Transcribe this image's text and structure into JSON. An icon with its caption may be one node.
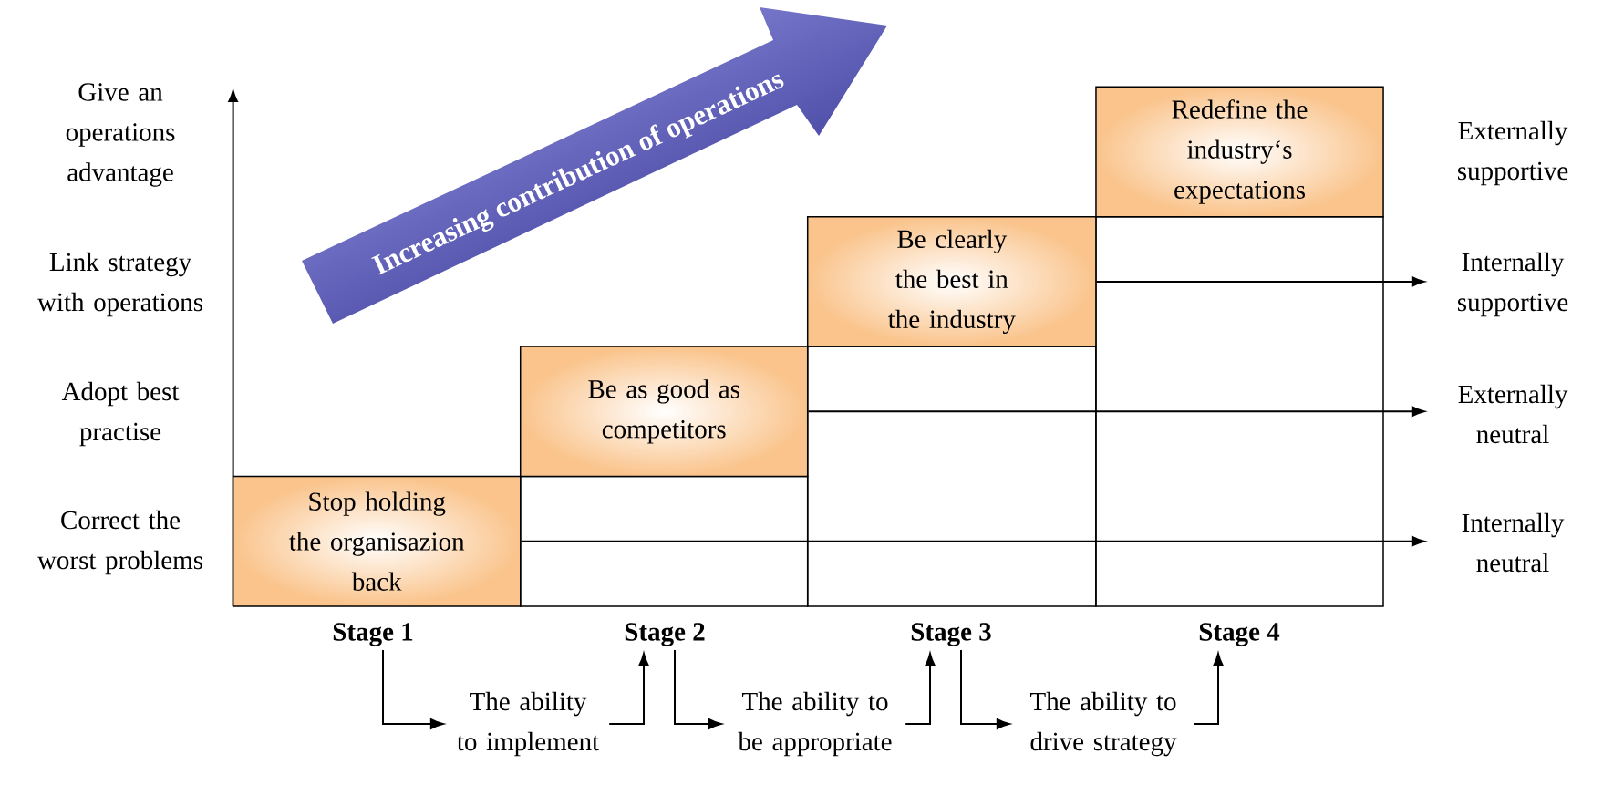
{
  "diagram": {
    "nodes": [
      {
        "text": [
          "Increasing contribution of operations"
        ]
      },
      {
        "text": [
          "Stop holding the organisazion back"
        ]
      },
      {
        "text": [
          "Be as good as competitors"
        ]
      },
      {
        "text": [
          "Be clearly the best in the industry"
        ]
      },
      {
        "text": [
          "Redefine the industry‘s expectations"
        ]
      },
      {
        "text": [
          "Internally neutral"
        ]
      },
      {
        "text": [
          "Externally neutral"
        ]
      },
      {
        "text": [
          "Internally supportive"
        ]
      },
      {
        "text": [
          "Stage 1"
        ]
      },
      {
        "text": [
          "The ability to implement"
        ]
      },
      {
        "text": [
          "Stage 2"
        ]
      },
      {
        "text": [
          "The ability to be appropriate"
        ]
      },
      {
        "text": [
          "Stage 3"
        ]
      },
      {
        "text": [
          "The ability to drive strategy"
        ]
      },
      {
        "text": [
          "Stage 4"
        ]
      }
    ],
    "edges": [
      {
        "from": 1,
        "to": 5,
        "arrow": "to"
      },
      {
        "from": 2,
        "to": 6,
        "arrow": "to"
      },
      {
        "from": 3,
        "to": 7,
        "arrow": "to"
      },
      {
        "from": 8,
        "to": 9,
        "arrow": "to"
      },
      {
        "from": 9,
        "to": 10,
        "arrow": "to"
      },
      {
        "from": 10,
        "to": 11,
        "arrow": "to"
      },
      {
        "from": 11,
        "to": 12,
        "arrow": "to"
      },
      {
        "from": 12,
        "to": 13,
        "arrow": "to"
      },
      {
        "from": 13,
        "to": 14,
        "arrow": "to"
      }
    ],
    "labels": [
      "Give an operations advantage",
      "Externally supportive",
      "Link strategy with operations",
      "Adopt best practise",
      "Correct the worst problems"
    ]
  }
}
